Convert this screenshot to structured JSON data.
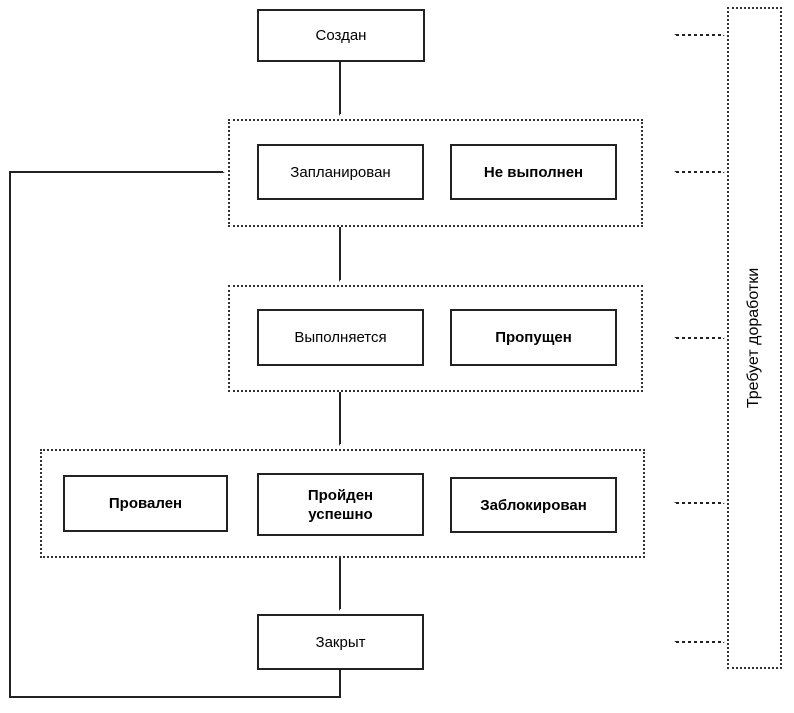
{
  "diagram": {
    "type": "flowchart",
    "language": "ru",
    "nodes": {
      "created": "Создан",
      "planned": "Запланирован",
      "not_executed": "Не выполнен",
      "in_progress": "Выполняется",
      "skipped": "Пропущен",
      "failed": "Провален",
      "passed": "Пройден успешно",
      "blocked": "Заблокирован",
      "closed": "Закрыт",
      "rework": "Требует доработки"
    },
    "edges": [
      {
        "from": "created",
        "to": "planned-group",
        "style": "solid-arrow"
      },
      {
        "from": "planned-group",
        "to": "in-progress-group",
        "style": "solid-arrow"
      },
      {
        "from": "in-progress-group",
        "to": "result-group",
        "style": "solid-arrow"
      },
      {
        "from": "result-group",
        "to": "closed",
        "style": "solid-arrow"
      },
      {
        "from": "closed",
        "to": "planned-group",
        "style": "solid-arrow-loop"
      },
      {
        "from": "created",
        "to": "rework",
        "style": "dashed-double-arrow"
      },
      {
        "from": "planned-group",
        "to": "rework",
        "style": "dashed-double-arrow"
      },
      {
        "from": "in-progress-group",
        "to": "rework",
        "style": "dashed-double-arrow"
      },
      {
        "from": "result-group",
        "to": "rework",
        "style": "dashed-double-arrow"
      },
      {
        "from": "closed",
        "to": "rework",
        "style": "dashed-double-arrow"
      }
    ],
    "colors": {
      "line": "#222222",
      "text": "#000000",
      "background": "#ffffff"
    }
  }
}
